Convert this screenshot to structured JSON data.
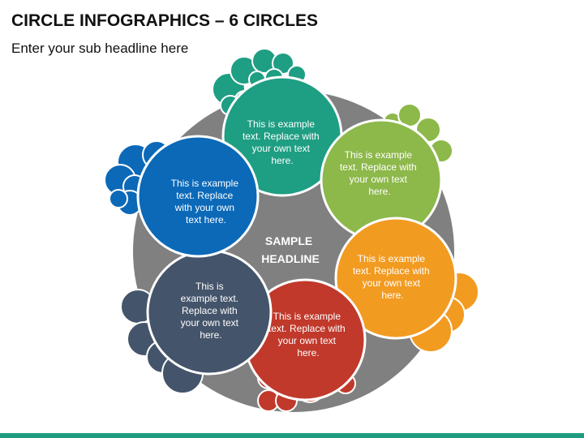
{
  "header": {
    "title": "CIRCLE INFOGRAPHICS – 6 CIRCLES",
    "subtitle": "Enter your sub headline here"
  },
  "center": {
    "lines": [
      "SAMPLE",
      "HEADLINE"
    ]
  },
  "colors": {
    "ring": "#808080",
    "teal": "#1e9e83",
    "green": "#8db84a",
    "orange": "#f29b21",
    "red": "#c0392b",
    "slate": "#44546a",
    "blue": "#0b69b8",
    "bar": "#1f9c80"
  },
  "circles": [
    {
      "id": "teal",
      "lines": [
        "This is example",
        "text. Replace with",
        "your own text",
        "here."
      ]
    },
    {
      "id": "green",
      "lines": [
        "This is example",
        "text. Replace with",
        "your own text",
        "here."
      ]
    },
    {
      "id": "orange",
      "lines": [
        "This is example",
        "text. Replace with",
        "your own text",
        "here."
      ]
    },
    {
      "id": "red",
      "lines": [
        "This is example",
        "text. Replace with",
        "your own text",
        "here."
      ]
    },
    {
      "id": "slate",
      "lines": [
        "This is",
        "example text.",
        "Replace with",
        "your own text",
        "here."
      ]
    },
    {
      "id": "blue",
      "lines": [
        "This is example",
        "text. Replace",
        "with your own",
        "text here."
      ]
    }
  ]
}
